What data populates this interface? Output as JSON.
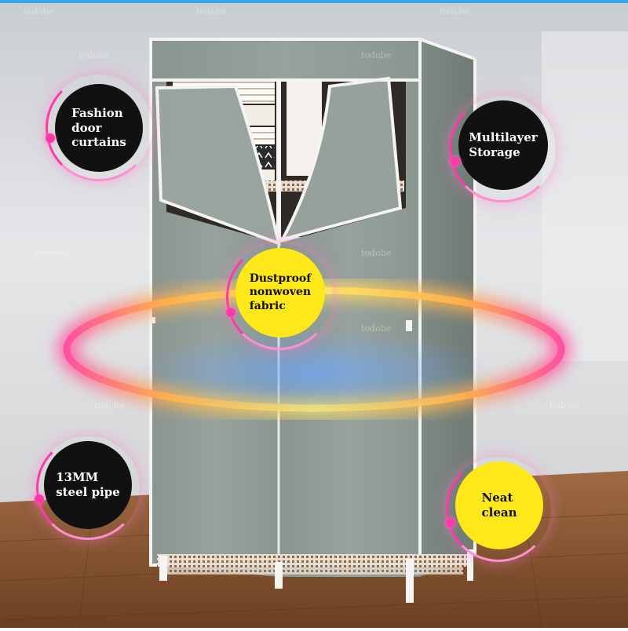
{
  "watermark": "todobe",
  "colors": {
    "wardrobe_fabric": "#8f9a95",
    "frame": "#f4f4f2",
    "dark_badge": "#111111",
    "yellow_badge": "#ffe81a",
    "accent_pink": "#ff3aa8",
    "floor": "#8a5a35",
    "wall": "#dcdde0"
  },
  "callouts": {
    "fashion": "Fashion\ndoor\ncurtains",
    "multilayer": "Multilayer\nStorage",
    "dustproof": "Dustproof\nnonwoven\nfabric",
    "steel": "13MM\nsteel pipe",
    "neat": "Neat\nclean"
  }
}
